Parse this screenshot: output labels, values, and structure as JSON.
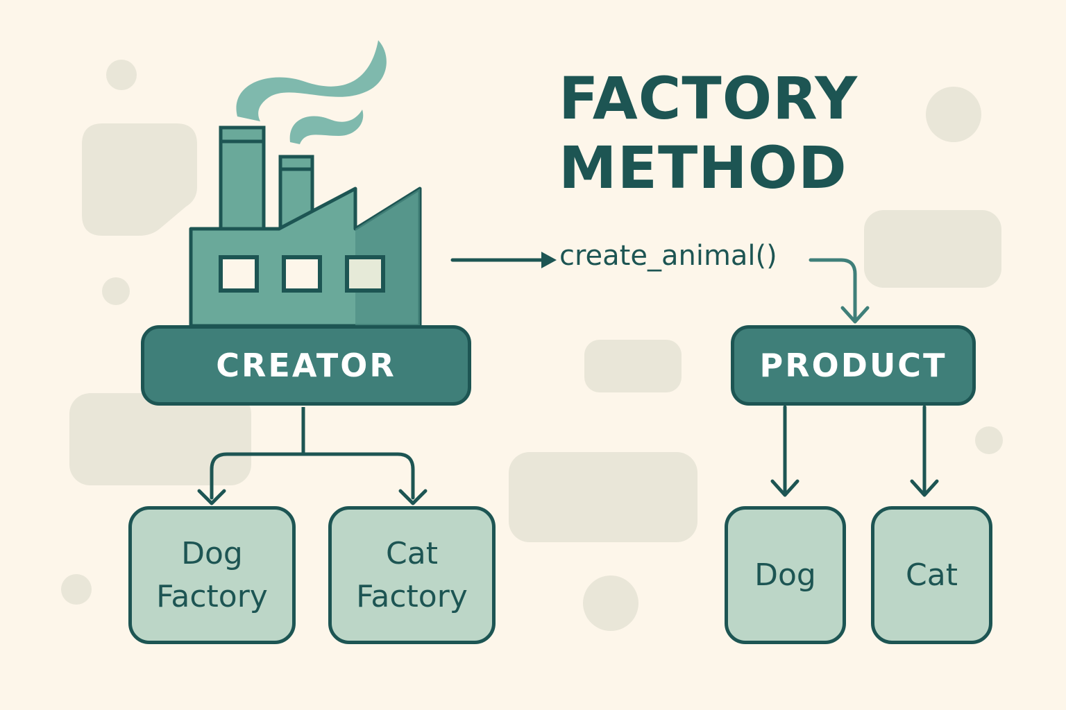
{
  "title": {
    "line1": "FACTORY",
    "line2": "METHOD"
  },
  "method_call": "create_animal()",
  "creator": {
    "label": "CREATOR",
    "subclasses": [
      {
        "line1": "Dog",
        "line2": "Factory"
      },
      {
        "line1": "Cat",
        "line2": "Factory"
      }
    ]
  },
  "product": {
    "label": "PRODUCT",
    "subclasses": [
      {
        "label": "Dog"
      },
      {
        "label": "Cat"
      }
    ]
  },
  "icons": {
    "factory": "factory-icon",
    "smoke": "smoke-icon"
  },
  "colors": {
    "background": "#fdf6ea",
    "dark_teal": "#1d5553",
    "teal": "#3f7f79",
    "factory_fill": "#6aa99a",
    "card_fill": "#bcd6c7",
    "smoke": "#7fb9ad",
    "decor": "#e9e6d8"
  }
}
